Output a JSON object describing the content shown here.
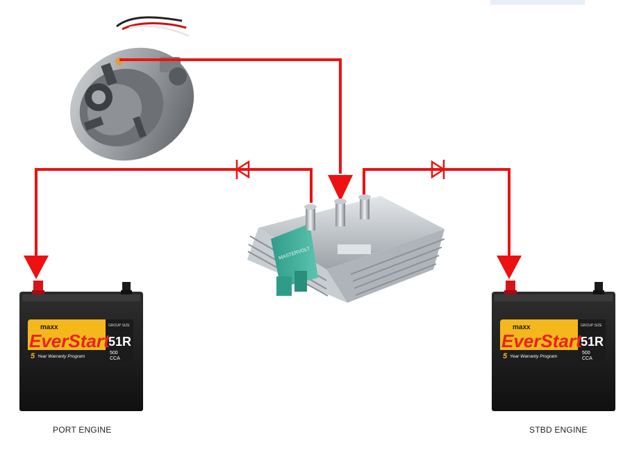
{
  "captions": {
    "port": "PORT ENGINE",
    "stbd": "STBD ENGINE"
  },
  "battery": {
    "brand_top": "maxx",
    "brand": "EverStart",
    "model": "51R",
    "cca_value": "500",
    "cca_unit": "CCA",
    "warranty_number": "5",
    "warranty_text": "Year Warranty Program",
    "group_size_label": "GROUP SIZE"
  },
  "isolator": {
    "brand": "MASTERVOLT"
  },
  "colors": {
    "wire": "#ee1111",
    "isolator_body": "#b9bfc4",
    "isolator_accent": "#3fae9b",
    "battery_case": "#1c1c1c",
    "battery_label": "#f4b81c",
    "battery_brand": "#e8231d"
  },
  "icons": [
    "alternator-icon",
    "battery-isolator-icon",
    "battery-icon",
    "diode-icon",
    "arrow-icon"
  ]
}
